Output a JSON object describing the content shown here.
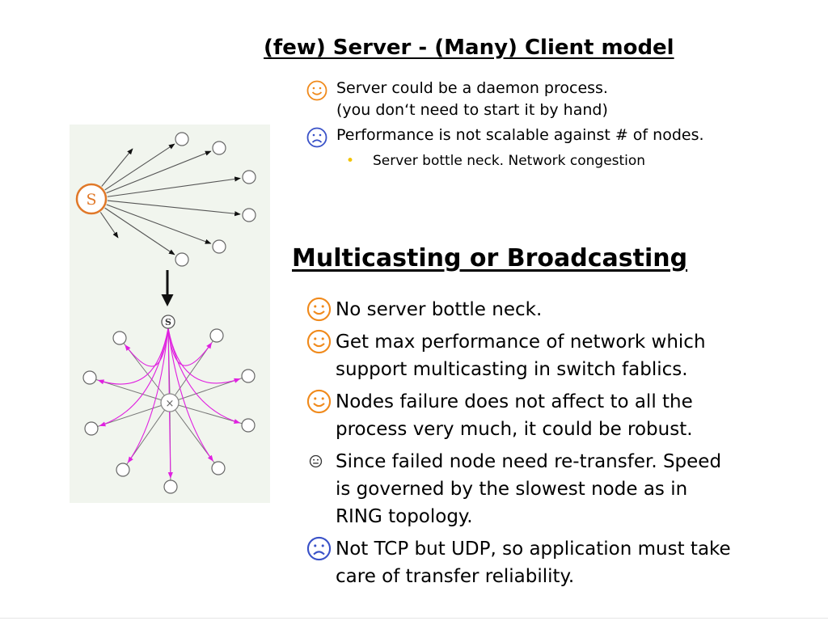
{
  "slide": {
    "title_top": "(few) Server - (Many) Client model",
    "section_top": {
      "items": [
        {
          "mood": "smile",
          "icon": "smiley-face-icon",
          "text": "Server could be a daemon process.\n(you don‘t need to start it by hand)"
        },
        {
          "mood": "sad",
          "icon": "sad-face-icon",
          "text": "Performance is not scalable against # of nodes.",
          "subitems": [
            "Server bottle neck. Network congestion"
          ]
        }
      ]
    },
    "title_bottom": "Multicasting or Broadcasting",
    "section_bottom": {
      "items": [
        {
          "mood": "smile",
          "icon": "smiley-face-icon",
          "text": "No server bottle neck."
        },
        {
          "mood": "smile",
          "icon": "smiley-face-icon",
          "text": "Get max performance of network which support multicasting in switch fablics."
        },
        {
          "mood": "smile",
          "icon": "smiley-face-icon",
          "text": "Nodes failure does not affect to all the process very much, it could be robust."
        },
        {
          "mood": "neutral",
          "icon": "neutral-face-icon",
          "text": "Since failed node need re-transfer. Speed is governed by the slowest node as in RING topology."
        },
        {
          "mood": "sad",
          "icon": "sad-face-icon",
          "text": "Not TCP but UDP,  so application must take care of transfer reliability."
        }
      ]
    }
  },
  "diagram": {
    "server_label": "S",
    "switch_label": "×",
    "colors": {
      "panel": "#f1f5ee",
      "server": "#e07828",
      "edge": "#555555",
      "multicast": "#e020e0",
      "smile": "#f08a1c",
      "sad": "#3a52c8",
      "neutral": "#333333",
      "bullet": "#f2c300"
    }
  }
}
